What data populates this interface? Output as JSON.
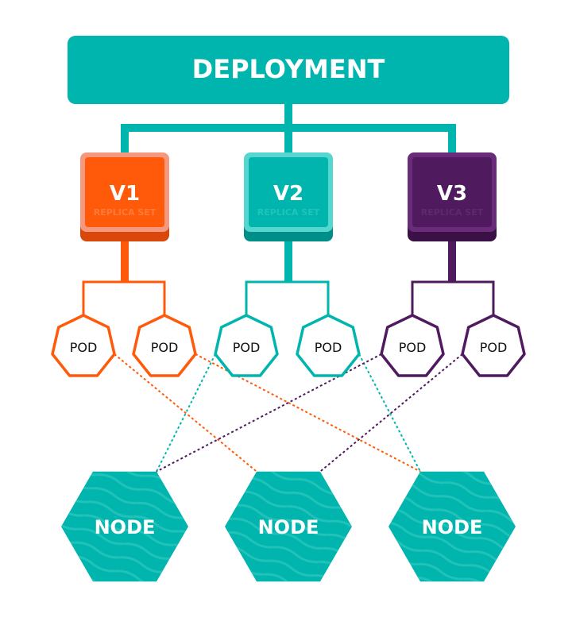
{
  "deployment": {
    "label": "DEPLOYMENT",
    "color": "#00b5ad"
  },
  "replica_sets": [
    {
      "version": "V1",
      "sublabel": "REPLICA SET",
      "color": "#ff5a0a",
      "light": "#f6987e",
      "dark": "#d9470a",
      "sub_color": "#ff7a3a"
    },
    {
      "version": "V2",
      "sublabel": "REPLICA SET",
      "color": "#00b5ad",
      "light": "#55d6ce",
      "dark": "#008f88",
      "sub_color": "#1fc4bc"
    },
    {
      "version": "V3",
      "sublabel": "REPLICA SET",
      "color": "#4f1a5e",
      "light": "#6a2b7b",
      "dark": "#3a1046",
      "sub_color": "#5e2a6e"
    }
  ],
  "pods": [
    {
      "label": "POD",
      "group": 0
    },
    {
      "label": "POD",
      "group": 0
    },
    {
      "label": "POD",
      "group": 1
    },
    {
      "label": "POD",
      "group": 1
    },
    {
      "label": "POD",
      "group": 2
    },
    {
      "label": "POD",
      "group": 2
    }
  ],
  "nodes": [
    {
      "label": "NODE"
    },
    {
      "label": "NODE"
    },
    {
      "label": "NODE"
    }
  ],
  "pod_node_links": [
    {
      "pod": 0,
      "node": 1
    },
    {
      "pod": 1,
      "node": 2
    },
    {
      "pod": 2,
      "node": 0
    },
    {
      "pod": 3,
      "node": 2
    },
    {
      "pod": 4,
      "node": 0
    },
    {
      "pod": 5,
      "node": 1
    }
  ]
}
